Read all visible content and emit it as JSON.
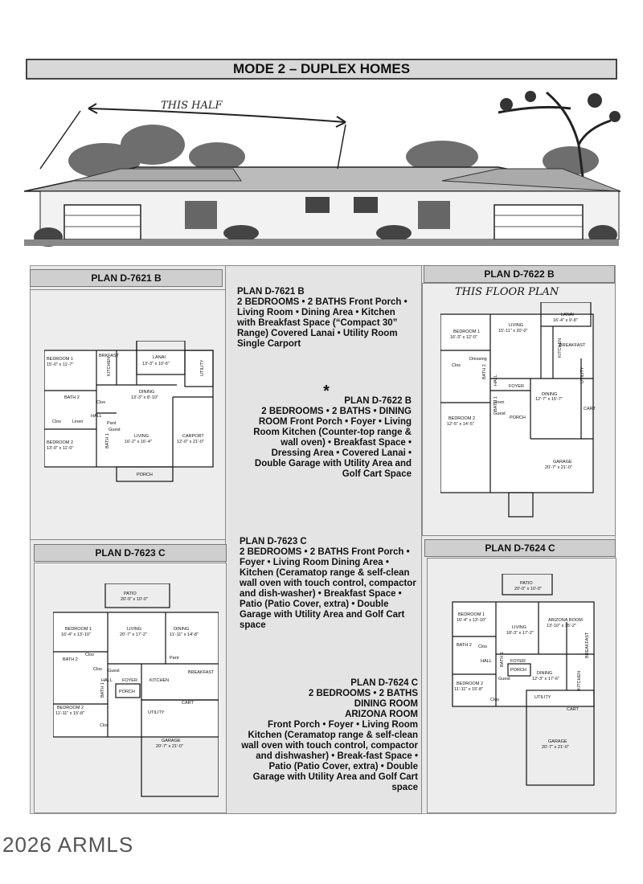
{
  "title": "MODE 2 – DUPLEX HOMES",
  "annotations": {
    "this_half": "THIS HALF",
    "this_floor_plan": "THIS FLOOR PLAN"
  },
  "plans": [
    {
      "heading": "PLAN D-7621 B",
      "desc_title": "PLAN D-7621 B",
      "desc": "2 BEDROOMS • 2 BATHS Front Porch • Living Room • Dining Area • Kitchen with Breakfast Space (“Compact 30” Range) Covered Lanai • Utility Room Single Carport",
      "rooms": {
        "bedroom1": "BEDROOM 1",
        "bedroom1_dim": "15'-0\" x 11'-7\"",
        "brkfast": "BRKFAST",
        "kitchen": "KITCHEN",
        "lanai": "LANAI",
        "lanai_dim": "13'-3\" x 10'-6\"",
        "utility": "UTILITY",
        "dining": "DINING",
        "dining_dim": "13'-3\" x 8'-10\"",
        "bath2": "BATH 2",
        "hall": "HALL",
        "bedroom2": "BEDROOM 2",
        "bedroom2_dim": "13'-0\" x 11'-0\"",
        "bath1": "BATH 1",
        "living": "LIVING",
        "living_dim": "16'-2\" x 16'-4\"",
        "carport": "CARPORT",
        "carport_dim": "12'-0\" x 21'-0\"",
        "porch": "PORCH",
        "clos": "Clos",
        "linen": "Linen",
        "pant": "Pant",
        "guest": "Guest"
      }
    },
    {
      "heading": "PLAN D-7622 B",
      "desc_title": "PLAN D-7622 B",
      "desc": "2 BEDROOMS • 2 BATHS • DINING ROOM Front Porch • Foyer • Living Room Kitchen (Counter-top range & wall oven) • Breakfast Space • Dressing Area • Covered Lanai • Double Garage with Utility Area and Golf Cart Space",
      "rooms": {
        "bedroom1": "BEDROOM 1",
        "bedroom1_dim": "16'-3\" x 12'-0\"",
        "living": "LIVING",
        "living_dim": "15'-11\" x 20'-0\"",
        "lanai": "LANAI",
        "lanai_dim": "16'-4\" x 9'-8\"",
        "kitchen": "KITCHEN",
        "breakfast": "BREAKFAST",
        "dressing": "Dressing",
        "bath2": "BATH 2",
        "hall": "HALL",
        "foyer": "FOYER",
        "dining": "DINING",
        "dining_dim": "12'-7\" x 15'-7\"",
        "utility": "UTILITY",
        "bedroom2": "BEDROOM 2",
        "bedroom2_dim": "12'-5\" x 14'-5\"",
        "bath1": "BATH 1",
        "porch": "PORCH",
        "cart": "CART",
        "garage": "GARAGE",
        "garage_dim": "20'-7\" x 21'-0\"",
        "clos": "Clos",
        "linen": "Linen",
        "guest": "Guest"
      }
    },
    {
      "heading": "PLAN D-7623 C",
      "desc_title": "PLAN D-7623 C",
      "desc": "2 BEDROOMS • 2 BATHS Front Porch • Foyer • Living Room Dining Area • Kitchen (Ceramatop range & self-clean wall oven with touch control, compactor and dish-washer) • Breakfast Space • Patio (Patio Cover, extra) • Double Garage with Utility Area and Golf Cart space",
      "rooms": {
        "patio": "PATIO",
        "patio_dim": "20'-0\" x 10'-0\"",
        "bedroom1": "BEDROOM 1",
        "bedroom1_dim": "16'-4\" x 13'-10\"",
        "living": "LIVING",
        "living_dim": "20'-7\" x 17'-2\"",
        "dining": "DINING",
        "dining_dim": "11'-11\" x 14'-8\"",
        "bath2": "BATH 2",
        "breakfast": "BREAKFAST",
        "hall": "HALL",
        "foyer": "FOYER",
        "kitchen": "KITCHEN",
        "porch": "PORCH",
        "bedroom2": "BEDROOM 2",
        "bedroom2_dim": "11'-11\" x 15'-8\"",
        "bath1": "BATH 1",
        "utility": "UTILITY",
        "cart": "CART",
        "garage": "GARAGE",
        "garage_dim": "20'-7\" x 21'-0\"",
        "clos": "Clos",
        "pant": "Pant",
        "guest": "Guest"
      }
    },
    {
      "heading": "PLAN D-7624 C",
      "desc_title": "PLAN D-7624 C",
      "desc_sub1": "2 BEDROOMS • 2 BATHS",
      "desc_sub2": "DINING ROOM",
      "desc_sub3": "ARIZONA ROOM",
      "desc": "Front Porch • Foyer • Living Room Kitchen (Ceramatop range & self-clean wall oven with touch control, compactor and dishwasher) • Break-fast Space • Patio (Patio Cover, extra) • Double Garage with Utility Area and Golf Cart space",
      "rooms": {
        "patio": "PATIO",
        "patio_dim": "20'-0\" x 10'-0\"",
        "bedroom1": "BEDROOM 1",
        "bedroom1_dim": "16'-4\" x 13'-10\"",
        "living": "LIVING",
        "living_dim": "18'-3\" x 17'-2\"",
        "arizona": "ARIZONA ROOM",
        "arizona_dim": "13'-10\" x 15'-2\"",
        "bath2": "BATH 2",
        "breakfast": "BREAKFAST",
        "hall": "HALL",
        "foyer": "FOYER",
        "porch": "PORCH",
        "bedroom2": "BEDROOM 2",
        "bedroom2_dim": "11'-11\" x 15'-8\"",
        "bath1": "BATH 1",
        "dining": "DINING",
        "dining_dim": "12'-3\" x 17'-6\"",
        "kitchen": "KITCHEN",
        "utility": "UTILITY",
        "cart": "CART",
        "garage": "GARAGE",
        "garage_dim": "20'-7\" x 21'-0\"",
        "clos": "Clos",
        "guest": "Guest"
      }
    }
  ],
  "watermark": "2026 ARMLS"
}
